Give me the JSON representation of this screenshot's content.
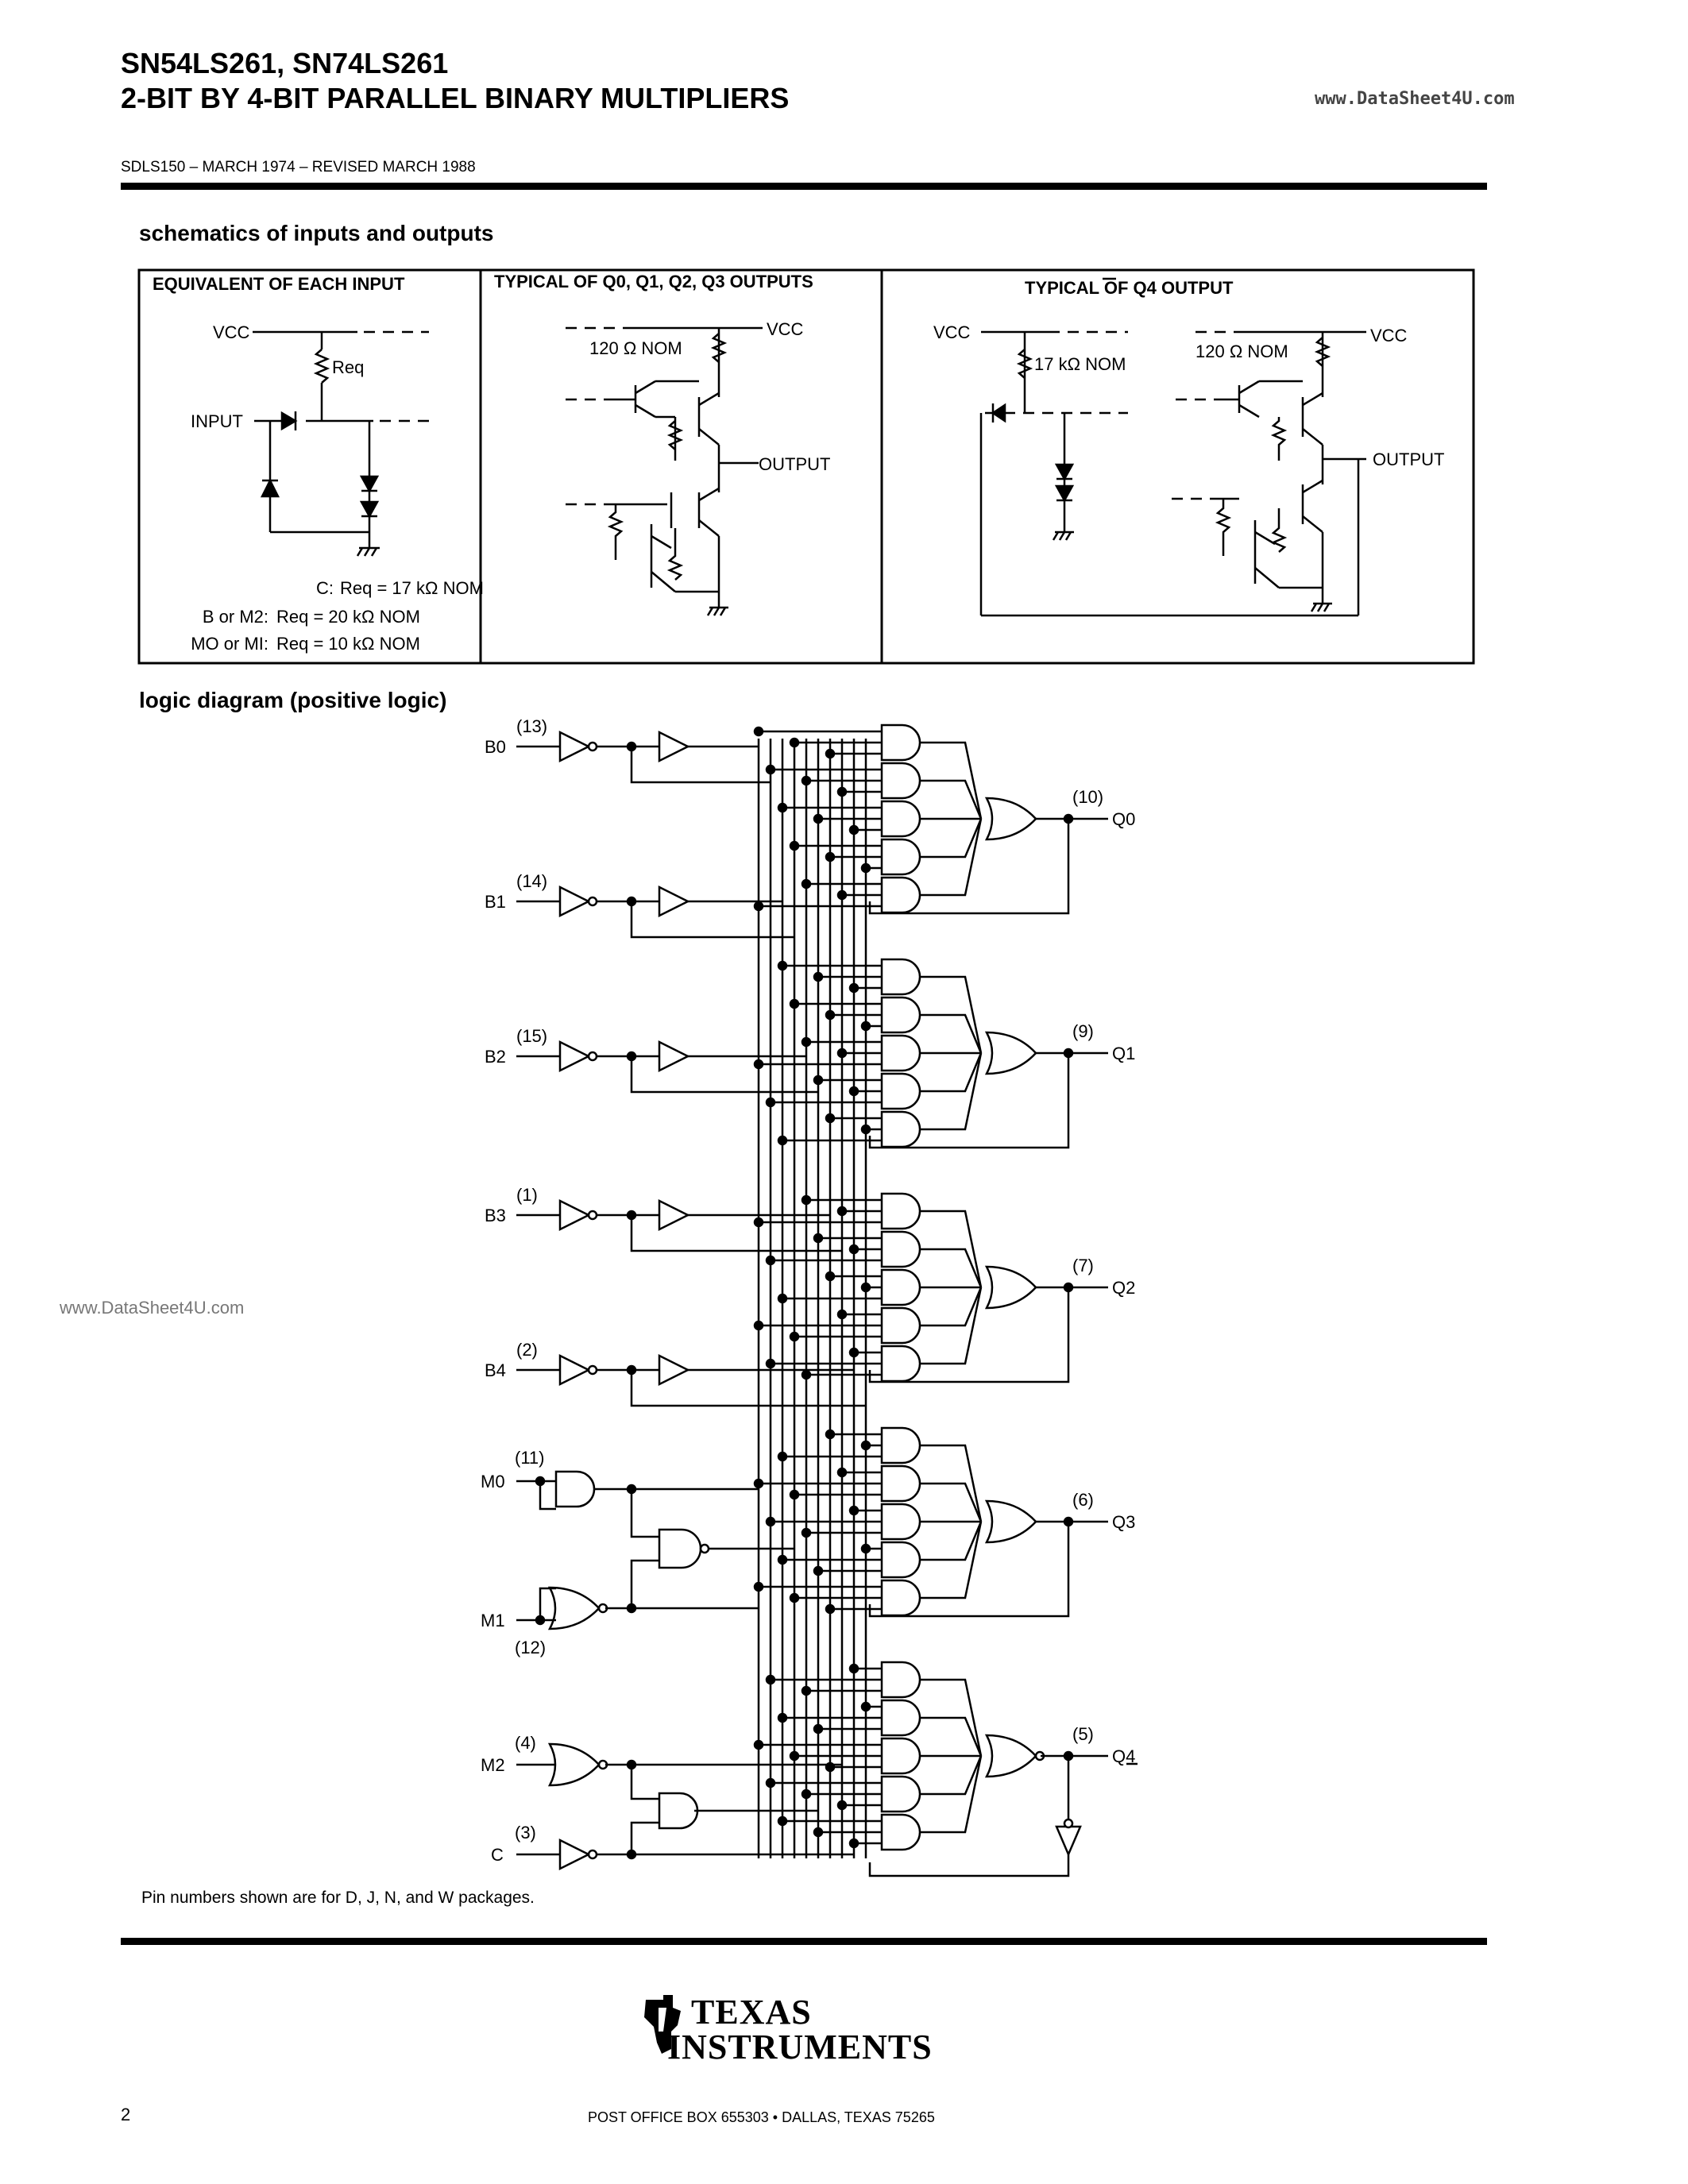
{
  "header": {
    "title_line1": "SN54LS261, SN74LS261",
    "title_line2": "2-BIT BY 4-BIT PARALLEL BINARY MULTIPLIERS",
    "watermark_top": "www.DataSheet4U.com",
    "doc_info": "SDLS150 – MARCH 1974 – REVISED MARCH 1988"
  },
  "schematics": {
    "heading": "schematics of inputs and outputs",
    "panel1": {
      "title": "EQUIVALENT OF EACH INPUT",
      "vcc": "VCC",
      "req": "Req",
      "input": "INPUT",
      "notes": [
        {
          "label": "C:",
          "value": "Req = 17 kΩ NOM"
        },
        {
          "label": "B or M2:",
          "value": "Req = 20 kΩ NOM"
        },
        {
          "label": "MO or MI:",
          "value": "Req = 10 kΩ NOM"
        }
      ]
    },
    "panel2": {
      "title": "TYPICAL OF Q0, Q1, Q2, Q3 OUTPUTS",
      "vcc": "VCC",
      "res": "120 Ω NOM",
      "output": "OUTPUT"
    },
    "panel3": {
      "title": "TYPICAL OF Q4 OUTPUT",
      "vcc": "VCC",
      "res1": "17 kΩ NOM",
      "res2": "120 Ω NOM",
      "output": "OUTPUT"
    }
  },
  "logic": {
    "heading": "logic diagram (positive logic)",
    "inputs": [
      {
        "name": "B0",
        "pin": "(13)"
      },
      {
        "name": "B1",
        "pin": "(14)"
      },
      {
        "name": "B2",
        "pin": "(15)"
      },
      {
        "name": "B3",
        "pin": "(1)"
      },
      {
        "name": "B4",
        "pin": "(2)"
      },
      {
        "name": "M0",
        "pin": "(11)"
      },
      {
        "name": "M1",
        "pin": "(12)"
      },
      {
        "name": "M2",
        "pin": "(4)"
      },
      {
        "name": "C",
        "pin": "(3)"
      }
    ],
    "outputs": [
      {
        "name": "Q0",
        "pin": "(10)"
      },
      {
        "name": "Q1",
        "pin": "(9)"
      },
      {
        "name": "Q2",
        "pin": "(7)"
      },
      {
        "name": "Q3",
        "pin": "(6)"
      },
      {
        "name": "Q4",
        "pin": "(5)"
      }
    ],
    "footnote": "Pin numbers shown are for D, J, N, and W packages."
  },
  "watermark_side": "www.DataSheet4U.com",
  "footer": {
    "page_number": "2",
    "logo_line1": "TEXAS",
    "logo_line2": "INSTRUMENTS",
    "address": "POST OFFICE BOX 655303 • DALLAS, TEXAS 75265"
  }
}
